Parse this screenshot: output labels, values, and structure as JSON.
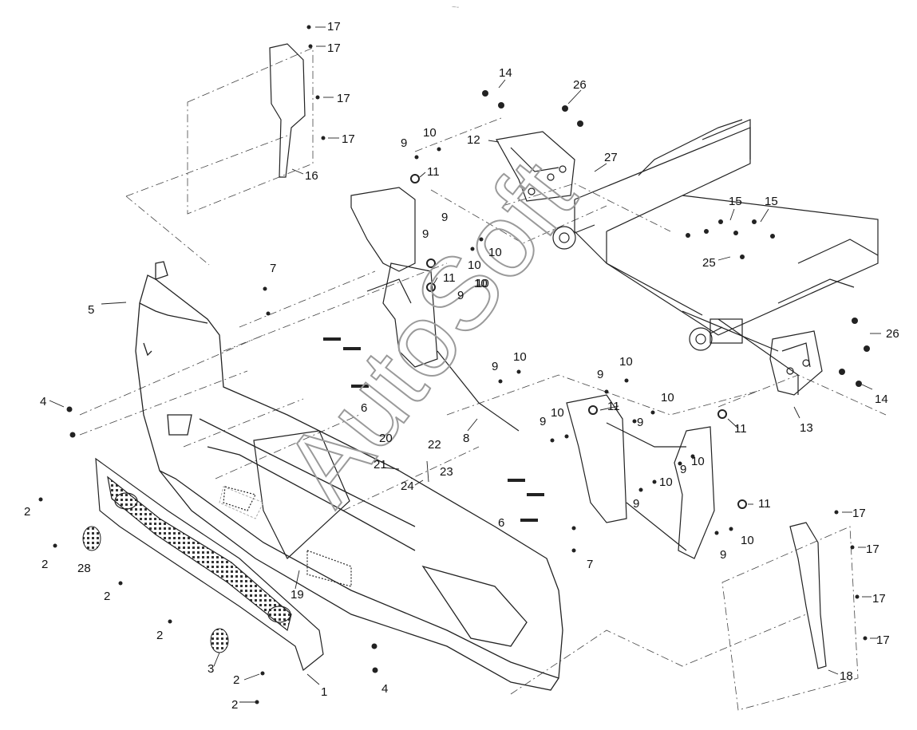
{
  "watermark": "AutoSoft",
  "top_mark": "~-",
  "callouts": [
    {
      "id": "c1",
      "text": "1"
    },
    {
      "id": "c2a",
      "text": "2"
    },
    {
      "id": "c2b",
      "text": "2"
    },
    {
      "id": "c2c",
      "text": "2"
    },
    {
      "id": "c2d",
      "text": "2"
    },
    {
      "id": "c2e",
      "text": "2"
    },
    {
      "id": "c2f",
      "text": "2"
    },
    {
      "id": "c3",
      "text": "3"
    },
    {
      "id": "c4a",
      "text": "4"
    },
    {
      "id": "c4b",
      "text": "4"
    },
    {
      "id": "c5",
      "text": "5"
    },
    {
      "id": "c6a",
      "text": "6"
    },
    {
      "id": "c6b",
      "text": "6"
    },
    {
      "id": "c7a",
      "text": "7"
    },
    {
      "id": "c7b",
      "text": "7"
    },
    {
      "id": "c8",
      "text": "8"
    },
    {
      "id": "c9a",
      "text": "9"
    },
    {
      "id": "c9b",
      "text": "9"
    },
    {
      "id": "c9c",
      "text": "9"
    },
    {
      "id": "c9d",
      "text": "9"
    },
    {
      "id": "c9e",
      "text": "9"
    },
    {
      "id": "c9f",
      "text": "9"
    },
    {
      "id": "c9g",
      "text": "9"
    },
    {
      "id": "c9h",
      "text": "9"
    },
    {
      "id": "c9i",
      "text": "9"
    },
    {
      "id": "c9j",
      "text": "9"
    },
    {
      "id": "c9k",
      "text": "9"
    },
    {
      "id": "c10a",
      "text": "10"
    },
    {
      "id": "c10b",
      "text": "10"
    },
    {
      "id": "c10c",
      "text": "10"
    },
    {
      "id": "c10d",
      "text": "10"
    },
    {
      "id": "c10e",
      "text": "10"
    },
    {
      "id": "c10f",
      "text": "10"
    },
    {
      "id": "c10g",
      "text": "10"
    },
    {
      "id": "c10h",
      "text": "10"
    },
    {
      "id": "c10i",
      "text": "10"
    },
    {
      "id": "c10j",
      "text": "10"
    },
    {
      "id": "c10k",
      "text": "10"
    },
    {
      "id": "c10l",
      "text": "10"
    },
    {
      "id": "c11a",
      "text": "11"
    },
    {
      "id": "c11b",
      "text": "11"
    },
    {
      "id": "c11c",
      "text": "11"
    },
    {
      "id": "c11d",
      "text": "11"
    },
    {
      "id": "c11e",
      "text": "11"
    },
    {
      "id": "c12",
      "text": "12"
    },
    {
      "id": "c13",
      "text": "13"
    },
    {
      "id": "c14a",
      "text": "14"
    },
    {
      "id": "c14b",
      "text": "14"
    },
    {
      "id": "c15a",
      "text": "15"
    },
    {
      "id": "c15b",
      "text": "15"
    },
    {
      "id": "c16",
      "text": "16"
    },
    {
      "id": "c17a",
      "text": "17"
    },
    {
      "id": "c17b",
      "text": "17"
    },
    {
      "id": "c17c",
      "text": "17"
    },
    {
      "id": "c17d",
      "text": "17"
    },
    {
      "id": "c17e",
      "text": "17"
    },
    {
      "id": "c17f",
      "text": "17"
    },
    {
      "id": "c17g",
      "text": "17"
    },
    {
      "id": "c17h",
      "text": "17"
    },
    {
      "id": "c18",
      "text": "18"
    },
    {
      "id": "c19",
      "text": "19"
    },
    {
      "id": "c20",
      "text": "20"
    },
    {
      "id": "c21",
      "text": "21"
    },
    {
      "id": "c22",
      "text": "22"
    },
    {
      "id": "c23",
      "text": "23"
    },
    {
      "id": "c24",
      "text": "24"
    },
    {
      "id": "c25",
      "text": "25"
    },
    {
      "id": "c26a",
      "text": "26"
    },
    {
      "id": "c26b",
      "text": "26"
    },
    {
      "id": "c27",
      "text": "27"
    },
    {
      "id": "c28",
      "text": "28"
    }
  ]
}
